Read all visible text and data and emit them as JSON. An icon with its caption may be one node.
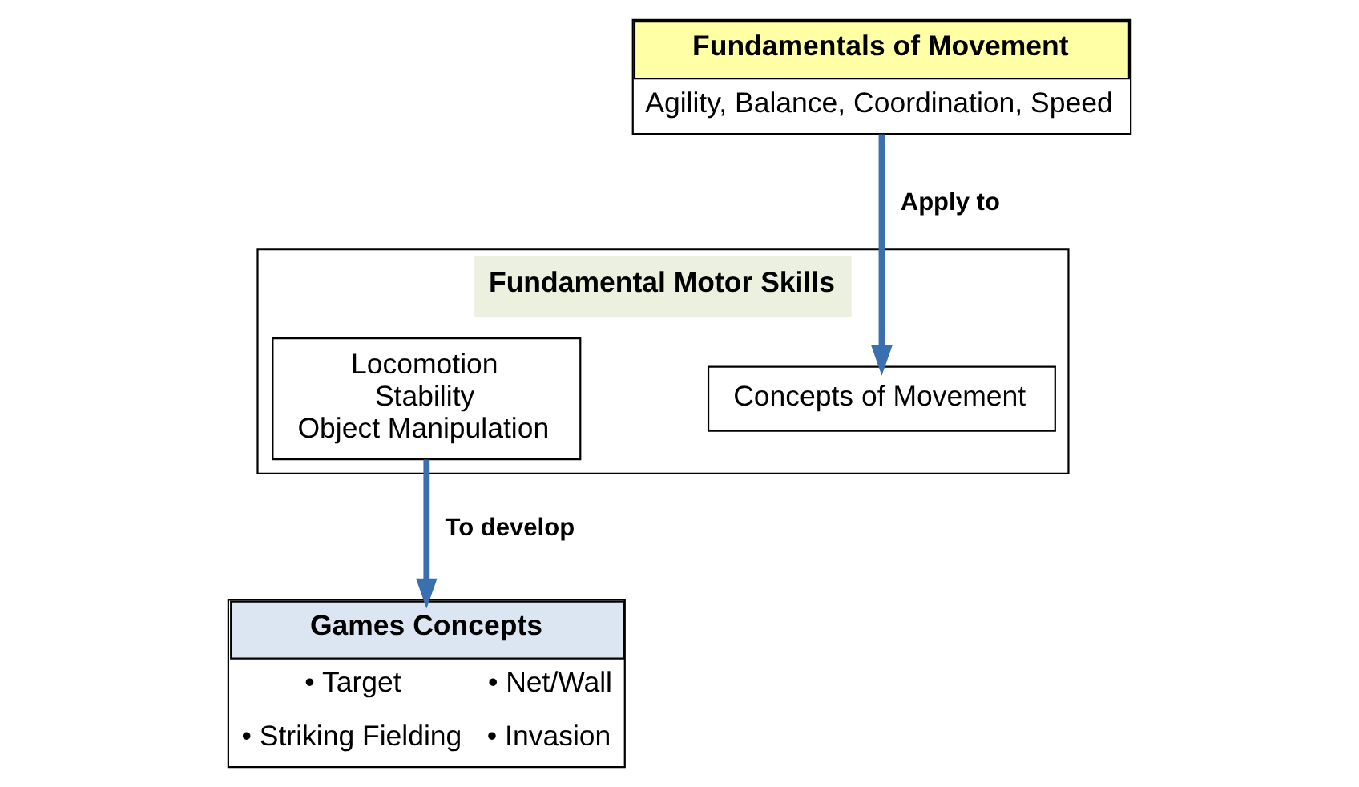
{
  "diagram": {
    "nodes": [
      {
        "text": [
          "Fundamentals of Movement",
          "Agility, Balance, Coordination, Speed"
        ]
      },
      {
        "text": [
          "Fundamental Motor Skills"
        ]
      },
      {
        "text": [
          "Locomotion",
          "Stability",
          "Object Manipulation"
        ],
        "in": 1
      },
      {
        "text": [
          "Concepts of Movement"
        ],
        "in": 1
      },
      {
        "text": [
          "Games Concepts",
          "• Target",
          "• Net/Wall",
          "• Striking Fielding",
          "• Invasion"
        ]
      }
    ],
    "edges": [
      {
        "from": 0,
        "to": 3,
        "arrow": "to",
        "label": "Apply to"
      },
      {
        "from": 2,
        "to": 4,
        "arrow": "to",
        "label": "To develop"
      }
    ]
  }
}
